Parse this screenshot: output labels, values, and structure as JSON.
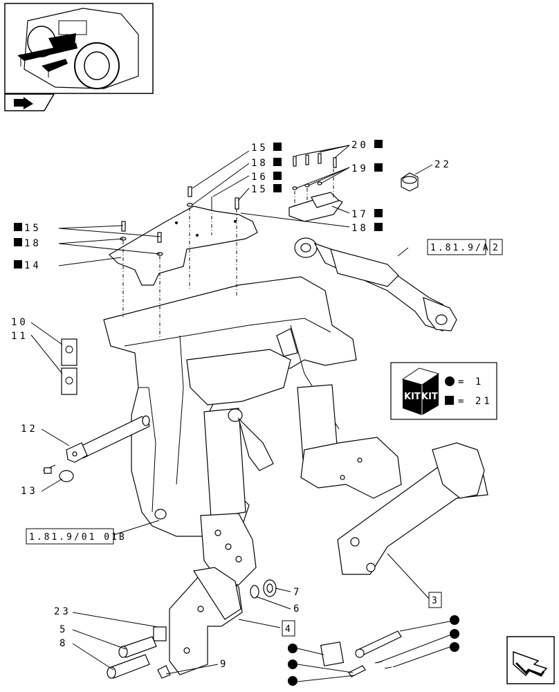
{
  "labels": {
    "l15a": "15",
    "l18a": "18",
    "l16": "16",
    "l15b": "15",
    "l20": "20",
    "l19": "19",
    "l22": "22",
    "l17": "17",
    "l18b": "18",
    "l15c": "15",
    "l18c": "18",
    "l14": "14",
    "l10": "10",
    "l11": "11",
    "l12": "12",
    "l13": "13",
    "l7": "7",
    "l6": "6",
    "l23": "23",
    "l5": "5",
    "l8": "8",
    "l9": "9"
  },
  "refs": {
    "r1": "1.81.9/A",
    "r1box": "2",
    "r2": "1.81.9/01 01B",
    "r3box": "3",
    "r4box": "4"
  },
  "kit": {
    "word1": "KIT",
    "word2": "KIT",
    "circle_eq": "= 1",
    "square_eq": "= 21"
  }
}
